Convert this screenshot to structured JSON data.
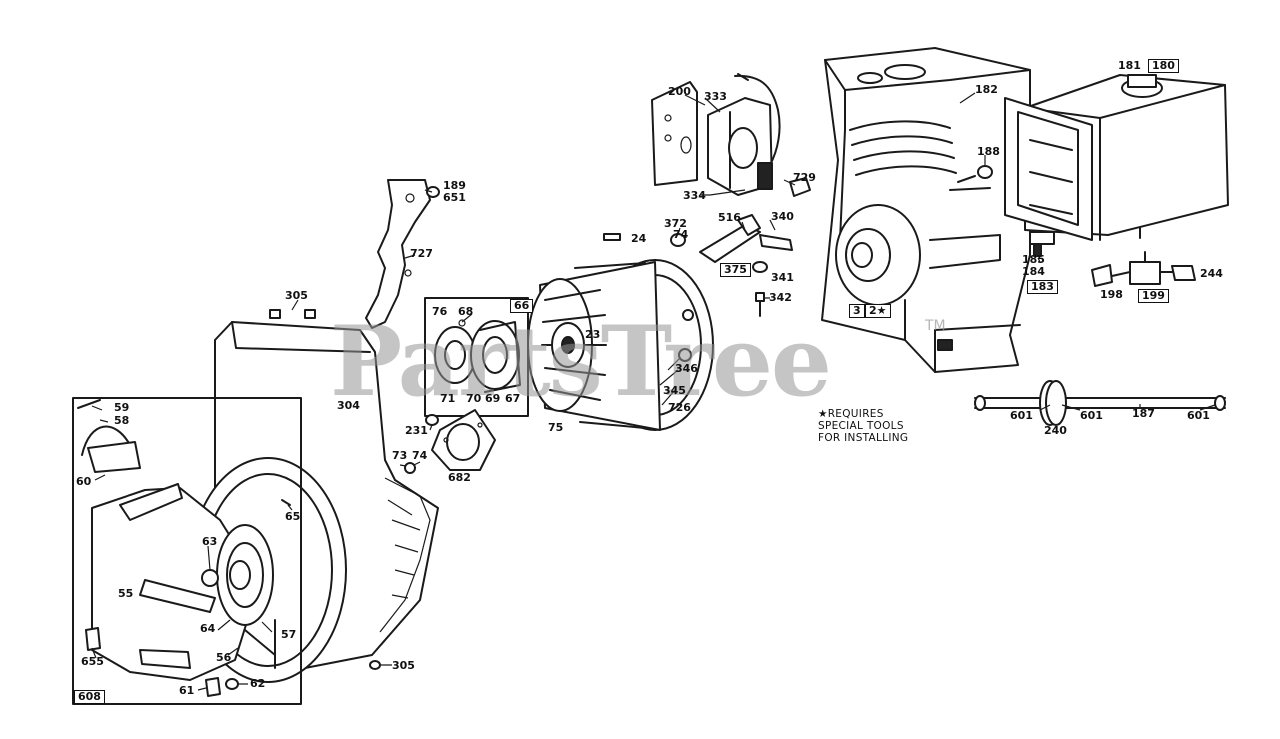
{
  "watermark": {
    "text": "PartsTree",
    "trademark": "TM"
  },
  "note": {
    "line1": "★REQUIRES",
    "line2": "SPECIAL TOOLS",
    "line3": "FOR INSTALLING"
  },
  "callouts": {
    "p200": "200",
    "p333": "333",
    "p334": "334",
    "p729": "729",
    "p182": "182",
    "p181": "181",
    "p180": "180",
    "p188": "188",
    "p189": "189",
    "p651": "651",
    "p727": "727",
    "p372": "372",
    "p74a": "74",
    "p516": "516",
    "p340": "340",
    "p375": "375",
    "p341": "341",
    "p342": "342",
    "p24": "24",
    "p185": "185",
    "p184": "184",
    "p183": "183",
    "p198": "198",
    "p199": "199",
    "p244": "244",
    "p3": "3",
    "p2": "2★",
    "p305a": "305",
    "p66": "66",
    "p76": "76",
    "p68": "68",
    "p23": "23",
    "p71": "71",
    "p70": "70",
    "p69": "69",
    "p67": "67",
    "p346": "346",
    "p345": "345",
    "p726": "726",
    "p75": "75",
    "p304": "304",
    "p231": "231",
    "p73": "73",
    "p74b": "74",
    "p682": "682",
    "p601a": "601",
    "p601b": "601",
    "p601c": "601",
    "p187": "187",
    "p240": "240",
    "p59": "59",
    "p58": "58",
    "p60": "60",
    "p65": "65",
    "p63": "63",
    "p55": "55",
    "p64": "64",
    "p57": "57",
    "p56": "56",
    "p655": "655",
    "p305b": "305",
    "p61": "61",
    "p62": "62",
    "p608": "608"
  }
}
